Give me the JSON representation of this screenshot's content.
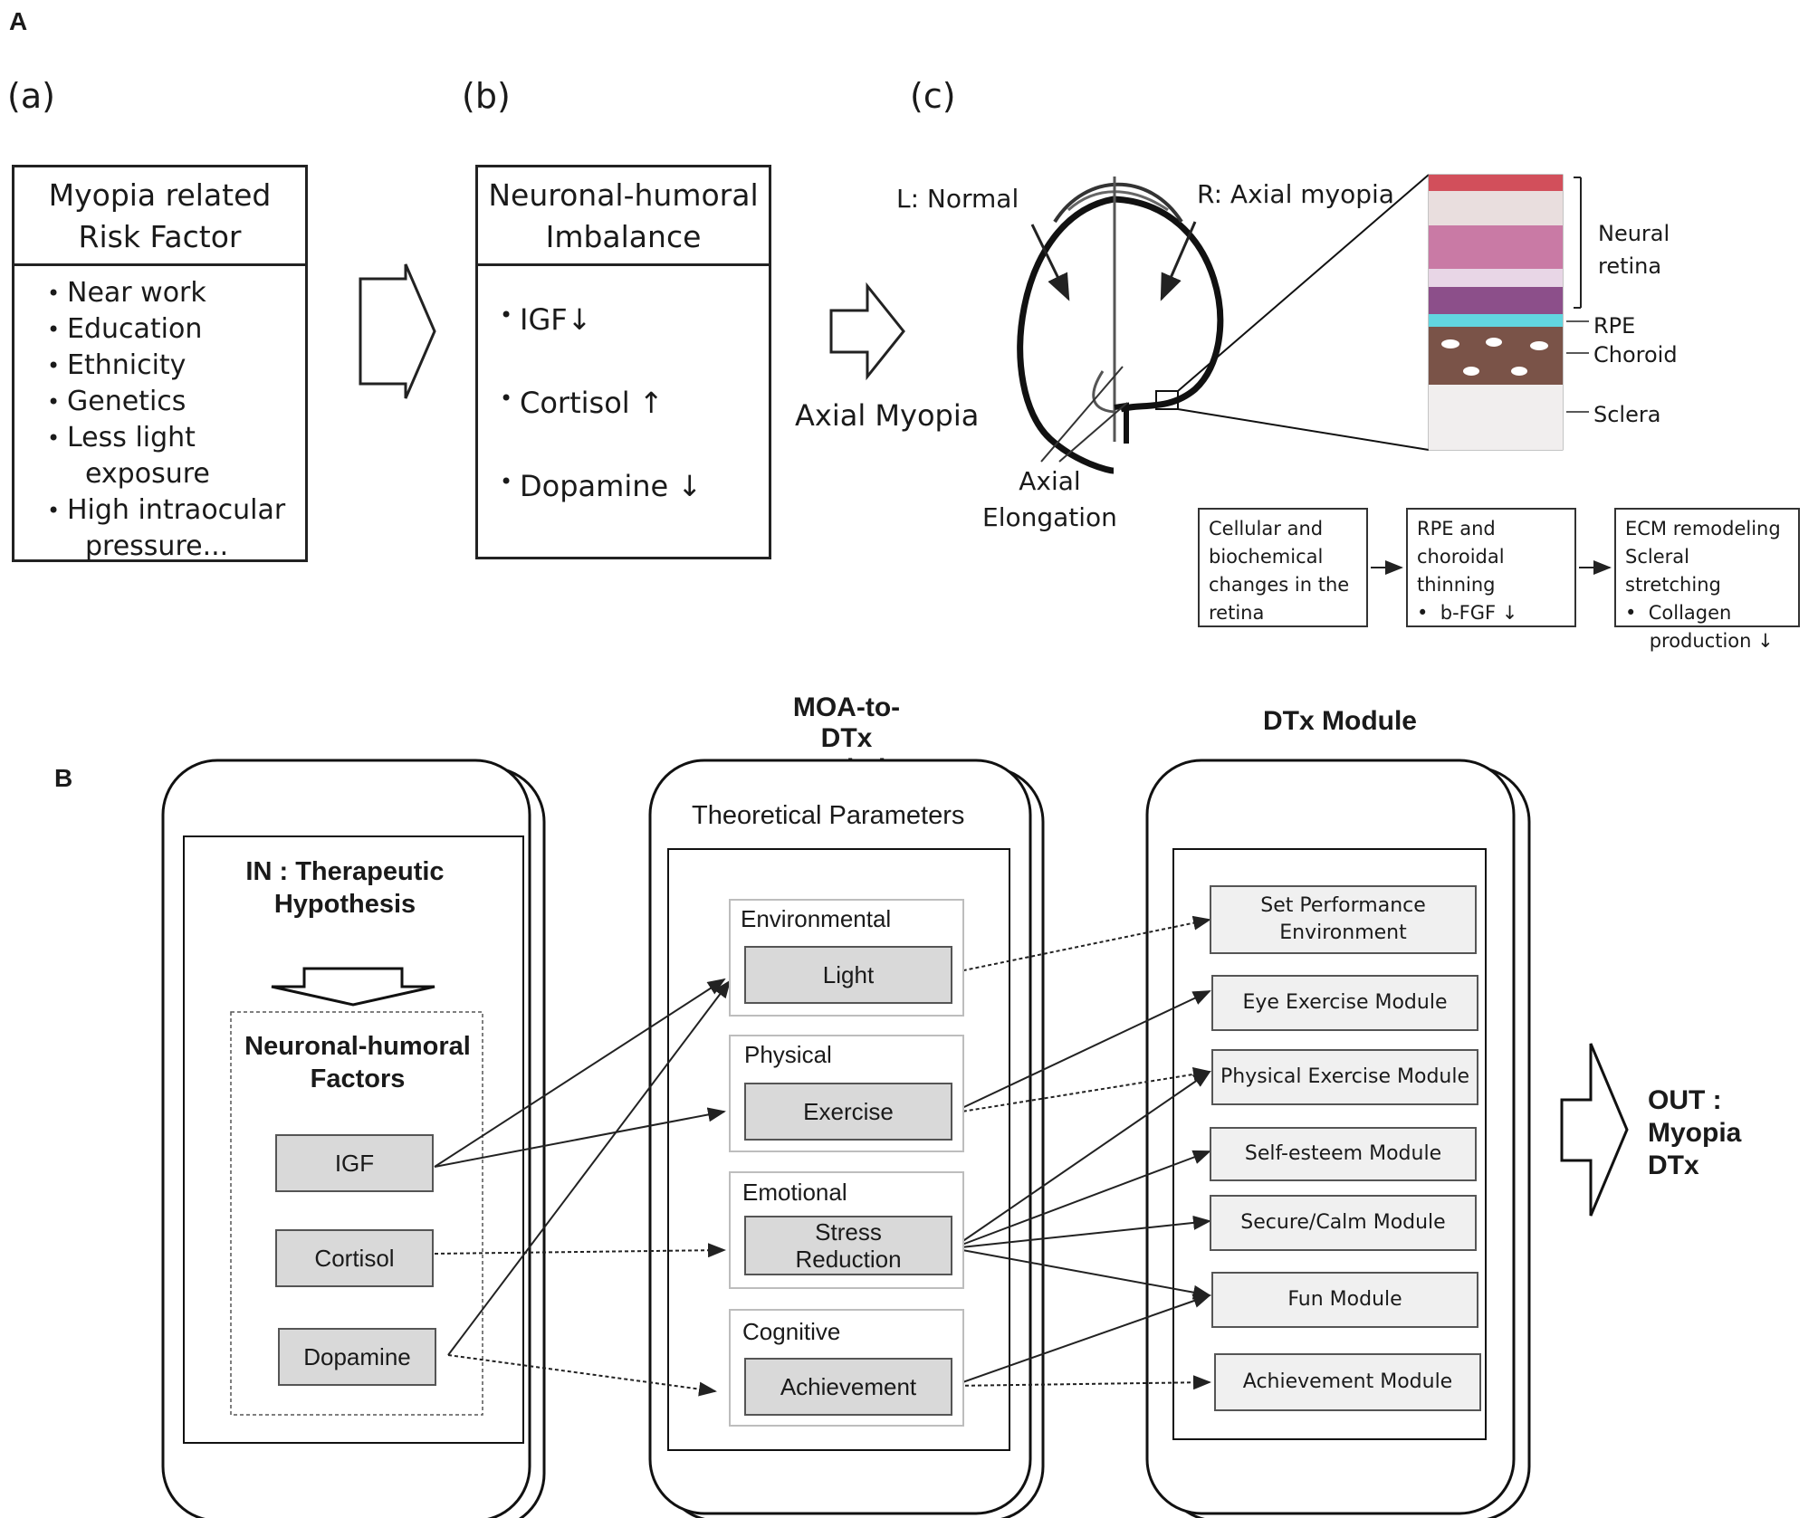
{
  "panelA": {
    "label": "A",
    "sub_a": "(a)",
    "sub_b": "(b)",
    "sub_c": "(c)",
    "risk_box": {
      "title_line1": "Myopia related",
      "title_line2": "Risk Factor",
      "items": [
        "Near work",
        "Education",
        "Ethnicity",
        "Genetics",
        "Less light",
        "exposure",
        "High intraocular",
        "pressure..."
      ]
    },
    "imbalance_box": {
      "title_line1": "Neuronal-humoral",
      "title_line2": "Imbalance",
      "items": [
        "IGF↓",
        "Cortisol ↑",
        "Dopamine ↓"
      ]
    },
    "axial_myopia": "Axial Myopia",
    "eye": {
      "left_label": "L: Normal",
      "right_label": "R: Axial myopia",
      "elongation_line1": "Axial",
      "elongation_line2": "Elongation"
    },
    "layers": {
      "neural_line1": "Neural",
      "neural_line2": "retina",
      "rpe": "RPE",
      "choroid": "Choroid",
      "sclera": "Sclera"
    },
    "flow": {
      "box1": [
        "Cellular and",
        "biochemical",
        "changes in the",
        "retina"
      ],
      "box2": [
        "RPE and",
        "choroidal",
        "thinning",
        "•  b-FGF ↓"
      ],
      "box3": [
        "ECM remodeling",
        "Scleral stretching",
        "•  Collagen",
        "    production ↓"
      ]
    }
  },
  "panelB": {
    "label": "B",
    "col2_title_line1": "MOA-to-DTx",
    "col2_title_line2": "Translation",
    "col3_title": "DTx Module",
    "col1": {
      "in_line1": "IN : Therapeutic",
      "in_line2": "Hypothesis",
      "factors_line1": "Neuronal-humoral",
      "factors_line2": "Factors",
      "factors": [
        "IGF",
        "Cortisol",
        "Dopamine"
      ]
    },
    "col2": {
      "subtitle": "Theoretical Parameters",
      "categories": [
        {
          "name": "Environmental",
          "item": "Light"
        },
        {
          "name": "Physical",
          "item": "Exercise"
        },
        {
          "name": "Emotional",
          "item_line1": "Stress",
          "item_line2": "Reduction"
        },
        {
          "name": "Cognitive",
          "item": "Achievement"
        }
      ]
    },
    "col3": {
      "modules": [
        {
          "line1": "Set Performance",
          "line2": "Environment"
        },
        {
          "line1": "Eye Exercise Module"
        },
        {
          "line1": "Physical Exercise Module"
        },
        {
          "line1": "Self-esteem Module"
        },
        {
          "line1": "Secure/Calm Module"
        },
        {
          "line1": "Fun Module"
        },
        {
          "line1": "Achievement Module"
        }
      ]
    },
    "out_line1": "OUT :",
    "out_line2": "Myopia",
    "out_line3": "DTx"
  }
}
